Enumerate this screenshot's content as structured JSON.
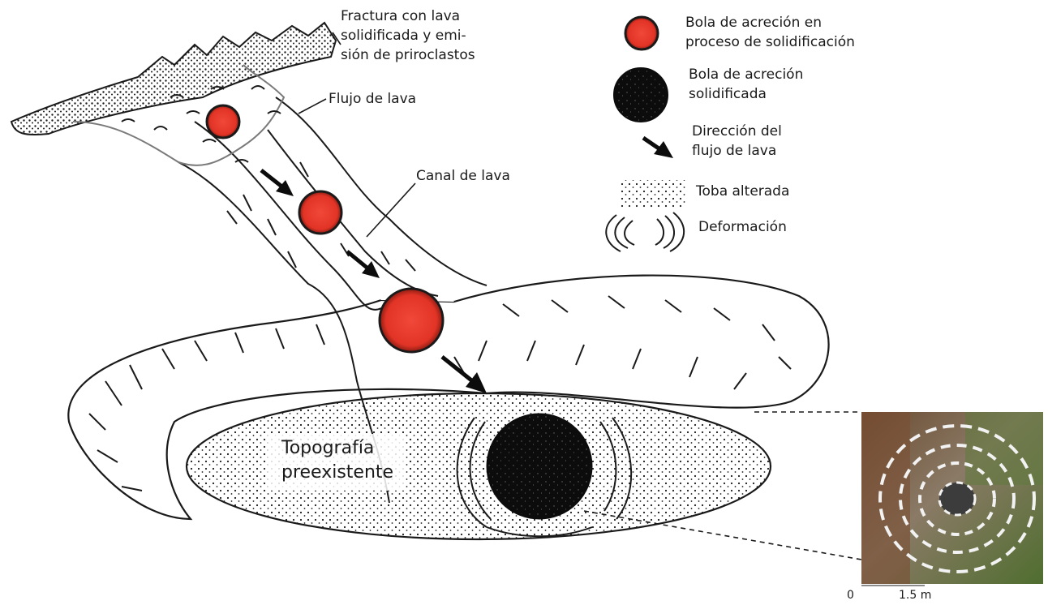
{
  "labels": {
    "fracture": "Fractura con lava\nsolidificada y emi-\nsión de priroclastos",
    "lava_flow": "Flujo de lava",
    "lava_channel": "Canal de lava",
    "preexisting": "Topografía\npreexistente"
  },
  "legend": {
    "ball_solidifying": "Bola de acreción en\nproceso de solidificación",
    "ball_solid": "Bola de acreción\nsolidificada",
    "flow_direction": "Dirección del\nflujo de lava",
    "tuff": "Toba alterada",
    "deformation": "Deformación"
  },
  "scale": {
    "start": "0",
    "end": "1.5 m"
  },
  "colors": {
    "ball_red": "#e8372b",
    "ball_black": "#0c0c0c",
    "line": "#1a1a1a",
    "photo_green": "#5d7a3a",
    "photo_brown": "#7a5a3c"
  }
}
